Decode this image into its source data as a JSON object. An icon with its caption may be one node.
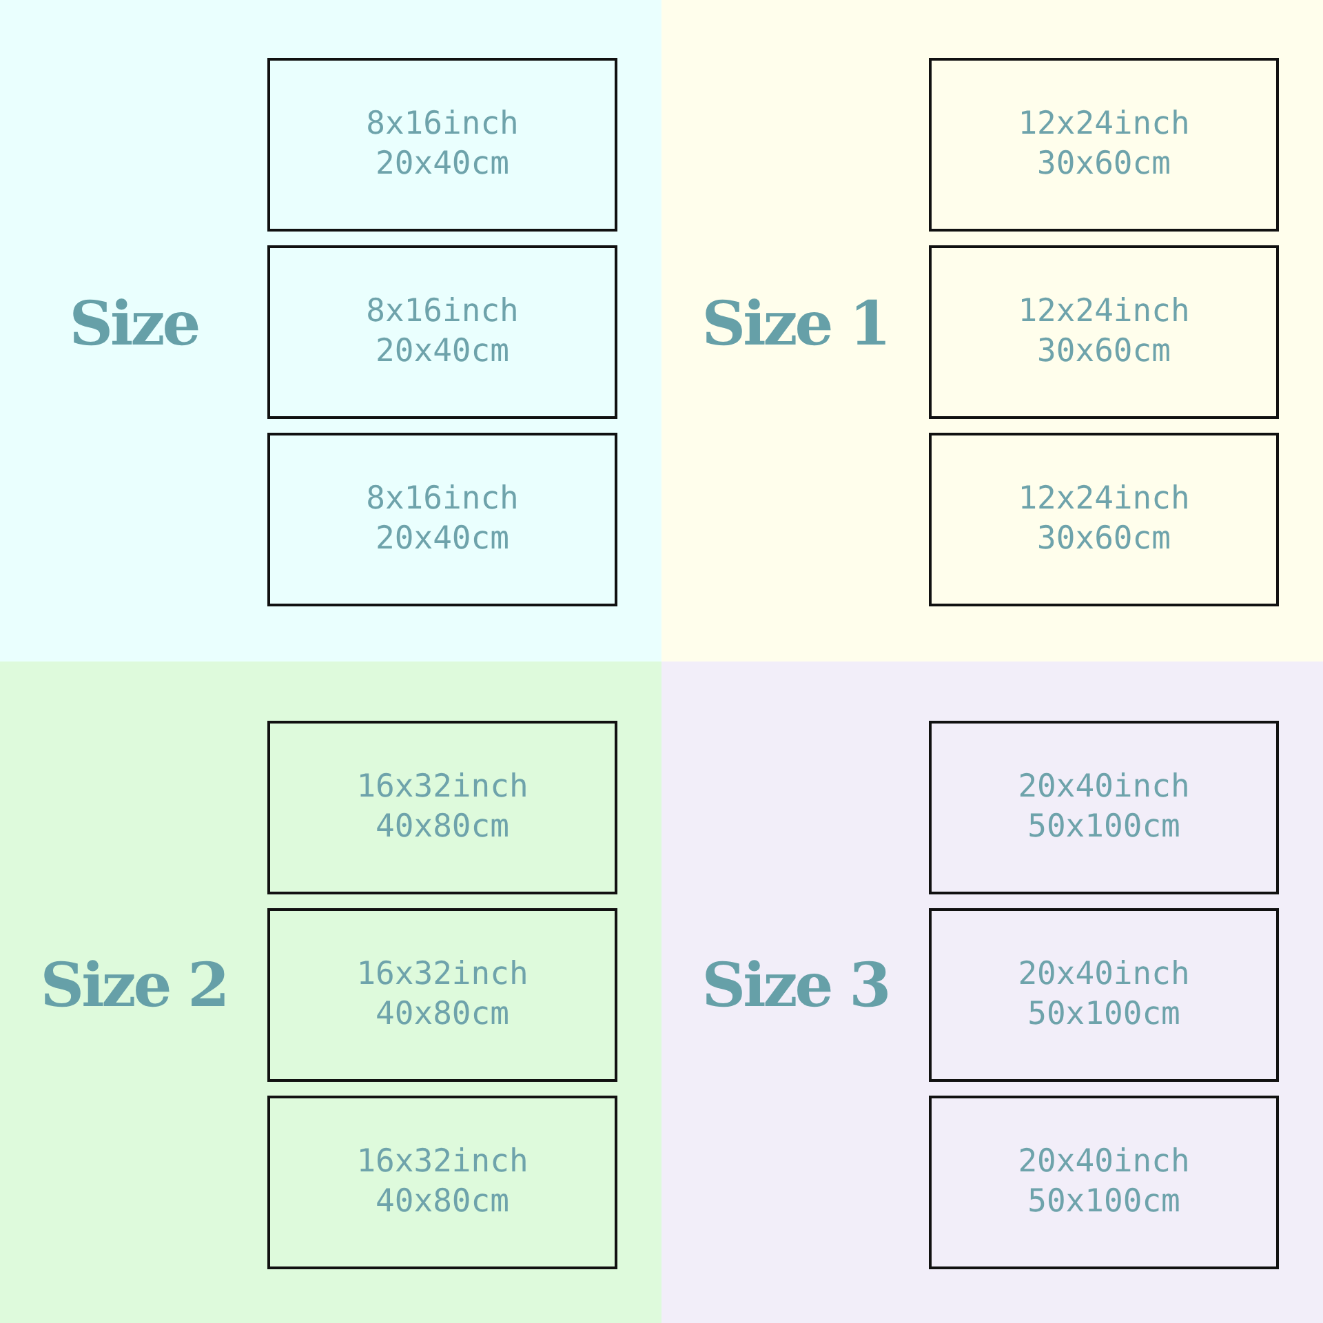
{
  "diagram": {
    "nodes": [
      {
        "text": [
          "Size"
        ]
      },
      {
        "text": [
          "8x16inch",
          "20x40cm"
        ],
        "in": 0
      },
      {
        "text": [
          "8x16inch",
          "20x40cm"
        ],
        "in": 0
      },
      {
        "text": [
          "8x16inch",
          "20x40cm"
        ],
        "in": 0
      },
      {
        "text": [
          "Size 1"
        ]
      },
      {
        "text": [
          "12x24inch",
          "30x60cm"
        ],
        "in": 4
      },
      {
        "text": [
          "12x24inch",
          "30x60cm"
        ],
        "in": 4
      },
      {
        "text": [
          "12x24inch",
          "30x60cm"
        ],
        "in": 4
      },
      {
        "text": [
          "Size 2"
        ]
      },
      {
        "text": [
          "16x32inch",
          "40x80cm"
        ],
        "in": 8
      },
      {
        "text": [
          "16x32inch",
          "40x80cm"
        ],
        "in": 8
      },
      {
        "text": [
          "16x32inch",
          "40x80cm"
        ],
        "in": 8
      },
      {
        "text": [
          "Size 3"
        ]
      },
      {
        "text": [
          "20x40inch",
          "50x100cm"
        ],
        "in": 12
      },
      {
        "text": [
          "20x40inch",
          "50x100cm"
        ],
        "in": 12
      },
      {
        "text": [
          "20x40inch",
          "50x100cm"
        ],
        "in": 12
      }
    ]
  }
}
